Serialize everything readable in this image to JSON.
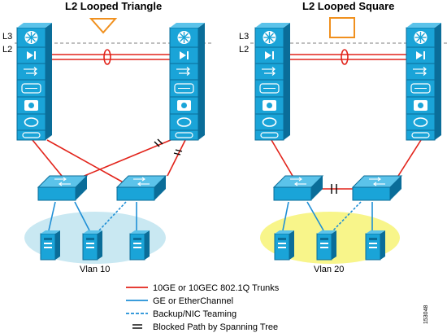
{
  "colors": {
    "trunk": "#e2231a",
    "ge": "#1f8fd6",
    "backup": "#1f8fd6",
    "device_face": "#1aa4d8",
    "device_dark": "#0a6d99",
    "vlan10_fill": "#c9e8f2",
    "vlan20_fill": "#f8f58a",
    "boundary": "#999999"
  },
  "diagrams": [
    {
      "title": "L2 Looped Triangle",
      "title_icon": "triangle-shape",
      "vlan": "Vlan 10",
      "links": [
        {
          "kind": "trunk",
          "blocked": false
        },
        {
          "kind": "trunk",
          "blocked": false
        },
        {
          "kind": "trunk",
          "blocked": true
        },
        {
          "kind": "trunk",
          "blocked": true
        }
      ]
    },
    {
      "title": "L2 Looped Square",
      "title_icon": "square-shape",
      "vlan": "Vlan 20",
      "links": [
        {
          "kind": "trunk",
          "blocked": false
        },
        {
          "kind": "trunk",
          "blocked": false
        },
        {
          "kind": "trunk",
          "blocked": true
        }
      ]
    }
  ],
  "layers": {
    "l3": "L3",
    "l2": "L2"
  },
  "legend": [
    {
      "style": "trunk",
      "label": "10GE or 10GEC 802.1Q Trunks"
    },
    {
      "style": "ge",
      "label": "GE or EtherChannel"
    },
    {
      "style": "backup",
      "label": "Backup/NIC Teaming"
    },
    {
      "style": "blocked",
      "label": "Blocked Path by Spanning Tree"
    }
  ],
  "figure_id": "153048"
}
